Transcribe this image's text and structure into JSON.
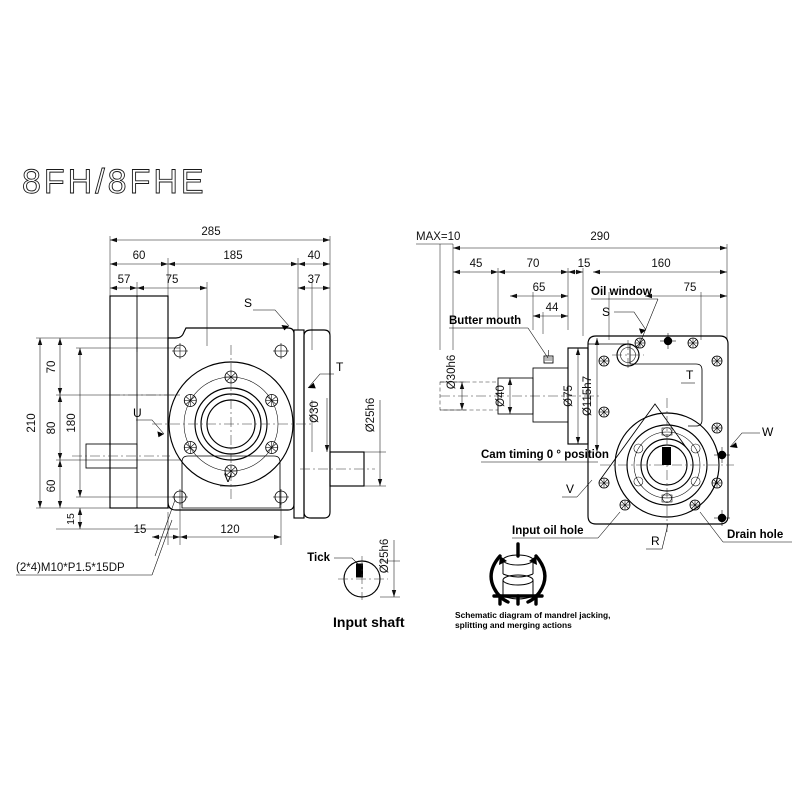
{
  "document": {
    "title": "8FH/8FHE",
    "kind": "technical-dimension-drawing"
  },
  "left_view": {
    "name": "front-and-side-view",
    "dimensions_top": [
      {
        "label": "285",
        "span": "overall-width"
      },
      {
        "label": "60",
        "span": "input-side"
      },
      {
        "label": "185",
        "span": "body"
      },
      {
        "label": "40",
        "span": "output-side"
      },
      {
        "label": "57",
        "span": "input-flange"
      },
      {
        "label": "75",
        "span": "body-to-center"
      },
      {
        "label": "37",
        "span": "output-boss"
      }
    ],
    "dimensions_left": [
      {
        "label": "210",
        "span": "overall-height"
      },
      {
        "label": "70",
        "span": "top-to-center"
      },
      {
        "label": "80",
        "span": "center-band"
      },
      {
        "label": "60",
        "span": "center-to-bottom"
      },
      {
        "label": "180",
        "span": "bolt-hole-pitch-vertical"
      },
      {
        "label": "15",
        "span": "bottom-edge-to-hole"
      }
    ],
    "dimensions_bottom": [
      {
        "label": "15",
        "span": "edge-to-hole"
      },
      {
        "label": "120",
        "span": "bolt-hole-pitch-horizontal"
      }
    ],
    "diameters": [
      {
        "label": "Ø30",
        "target": "shaft-shoulder"
      },
      {
        "label": "Ø25h6",
        "target": "output-shaft"
      }
    ],
    "callouts": [
      {
        "label": "S",
        "target": "housing-top-surface"
      },
      {
        "label": "T",
        "target": "output-boss"
      },
      {
        "label": "U",
        "target": "input-housing-face"
      },
      {
        "label": "V",
        "target": "lower-housing-panel"
      }
    ],
    "thread_note": "(2*4)M10*P1.5*15DP"
  },
  "right_view": {
    "name": "rear-view",
    "dimensions_top": [
      {
        "label": "MAX=10",
        "span": "shaft-protrusion-max"
      },
      {
        "label": "290",
        "span": "overall-width"
      },
      {
        "label": "45",
        "span": "input-shaft-length"
      },
      {
        "label": "70",
        "span": "input-boss"
      },
      {
        "label": "15",
        "span": "step"
      },
      {
        "label": "160",
        "span": "body-width"
      },
      {
        "label": "65",
        "span": "inner-boss"
      },
      {
        "label": "44",
        "span": "pilot"
      },
      {
        "label": "75",
        "span": "center-offset"
      }
    ],
    "diameters": [
      {
        "label": "Ø30h6",
        "target": "input-shaft"
      },
      {
        "label": "Ø40",
        "target": "input-boss"
      },
      {
        "label": "Ø75",
        "target": "pilot-boss"
      },
      {
        "label": "Ø115h7",
        "target": "register-diameter"
      }
    ],
    "callouts": [
      {
        "label": "Butter mouth",
        "target": "grease-fitting"
      },
      {
        "label": "Oil window",
        "target": "sight-glass"
      },
      {
        "label": "S",
        "target": "housing-top-surface"
      },
      {
        "label": "T",
        "target": "housing-rear-face"
      },
      {
        "label": "V",
        "target": "housing-left-face"
      },
      {
        "label": "W",
        "target": "housing-right-face"
      },
      {
        "label": "R",
        "target": "housing-bottom-face"
      },
      {
        "label": "Cam timing 0 ° position",
        "target": "cam-timing-datum"
      },
      {
        "label": "Input oil hole",
        "target": "oil-inlet-port"
      },
      {
        "label": "Drain hole",
        "target": "oil-drain-port"
      }
    ]
  },
  "input_shaft_detail": {
    "name": "input-shaft-section",
    "caption": "Input shaft",
    "key_label": "Tick",
    "diameter": "Ø25h6"
  },
  "mandrel_schematic": {
    "name": "mandrel-action-schematic",
    "caption_line1": "Schematic diagram of mandrel jacking,",
    "caption_line2": "splitting and merging actions"
  },
  "style": {
    "line_color": "#000000",
    "background": "#ffffff",
    "dim_text_color": "#111111"
  }
}
